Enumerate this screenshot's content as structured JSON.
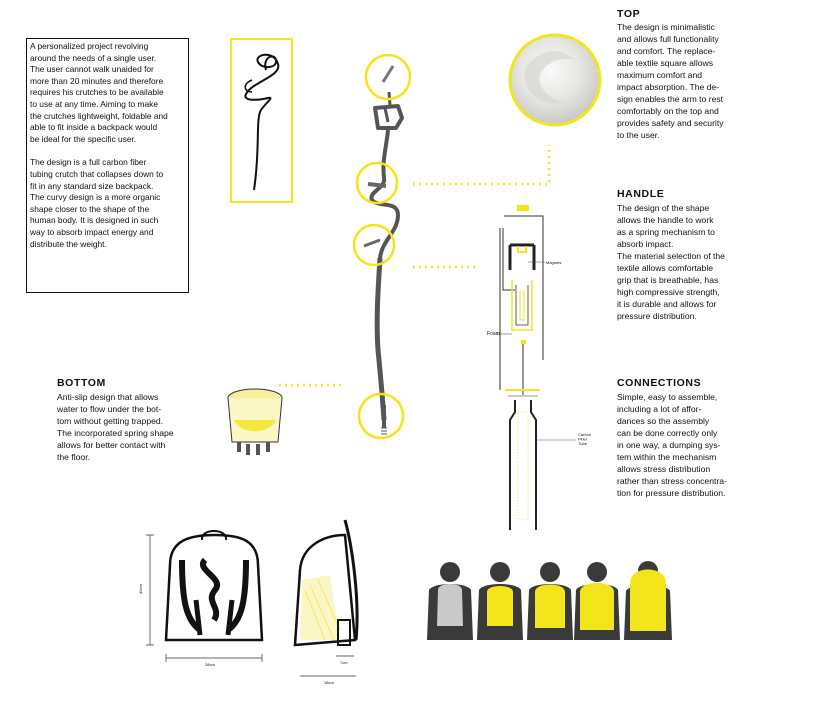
{
  "colors": {
    "accent": "#f2e51b",
    "ink": "#111111",
    "body_silhouette": "#3a3a3a"
  },
  "intro": {
    "paragraph1": "A personalized project revolving\naround the needs of a single user.\nThe user cannot walk unaided for\nmore than 20 minutes and therefore\nrequires his crutches to be available\nto use at any time. Aiming to make\nthe crutches lightweight, foldable and\nable to fit inside a backpack would\nbe ideal for the specific user.",
    "paragraph2": "The design is a full carbon fiber\ntubing crutch that collapses down to\nfit in any standard size backpack.\nThe curvy design is a more organic\nshape closer to the shape of the\nhuman body. It is designed in such\nway to absorb impact energy and\ndistribute the weight."
  },
  "sections": {
    "top": {
      "title": "TOP",
      "body": "The design is minimalistic\nand allows full functionality\nand comfort. The replace-\nable textile square allows\nmaximum comfort and\nimpact absorption. The de-\nsign enables the arm to rest\ncomfortably on the top and\nprovides safety and security\nto the user."
    },
    "handle": {
      "title": "HANDLE",
      "body": "The design of the shape\nallows the handle to work\nas a spring mechanism to\nabsorb impact.\nThe material selection of the\ntextile allows comfortable\ngrip that is breathable, has\nhigh compressive strength,\nit is durable and allows for\npressure distribution."
    },
    "connections": {
      "title": "CONNECTIONS",
      "body": "Simple, easy to assemble,\nincluding a lot of affor-\ndances so the assembly\ncan be done correctly only\nin one way, a dumping sys-\ntem within the mechanism\nallows stress distribution\nrather than stress concentra-\ntion for pressure distribution."
    },
    "bottom": {
      "title": "BOTTOM",
      "body": "Anti-slip design that allows\nwater to flow under the bot-\ntom without getting trapped.\nThe incorporated spring shape\nallows for better contact with\nthe floor."
    }
  },
  "diagram_labels": {
    "magnets": "Magnets",
    "foam": "Foam",
    "carbon_fiber_tube": "Carbon\nFiber\nTube"
  },
  "dimensions": {
    "backpack_height": "40cm",
    "backpack_width": "28cm",
    "side_depth_top": "7cm",
    "side_depth_bottom": "18cm"
  },
  "icons": [
    "top-detail-icon",
    "handle-detail-icon",
    "connection-detail-icon",
    "bottom-detail-icon",
    "foam-texture-icon",
    "backpack-front-icon",
    "backpack-side-icon",
    "person-silhouette-icon"
  ]
}
